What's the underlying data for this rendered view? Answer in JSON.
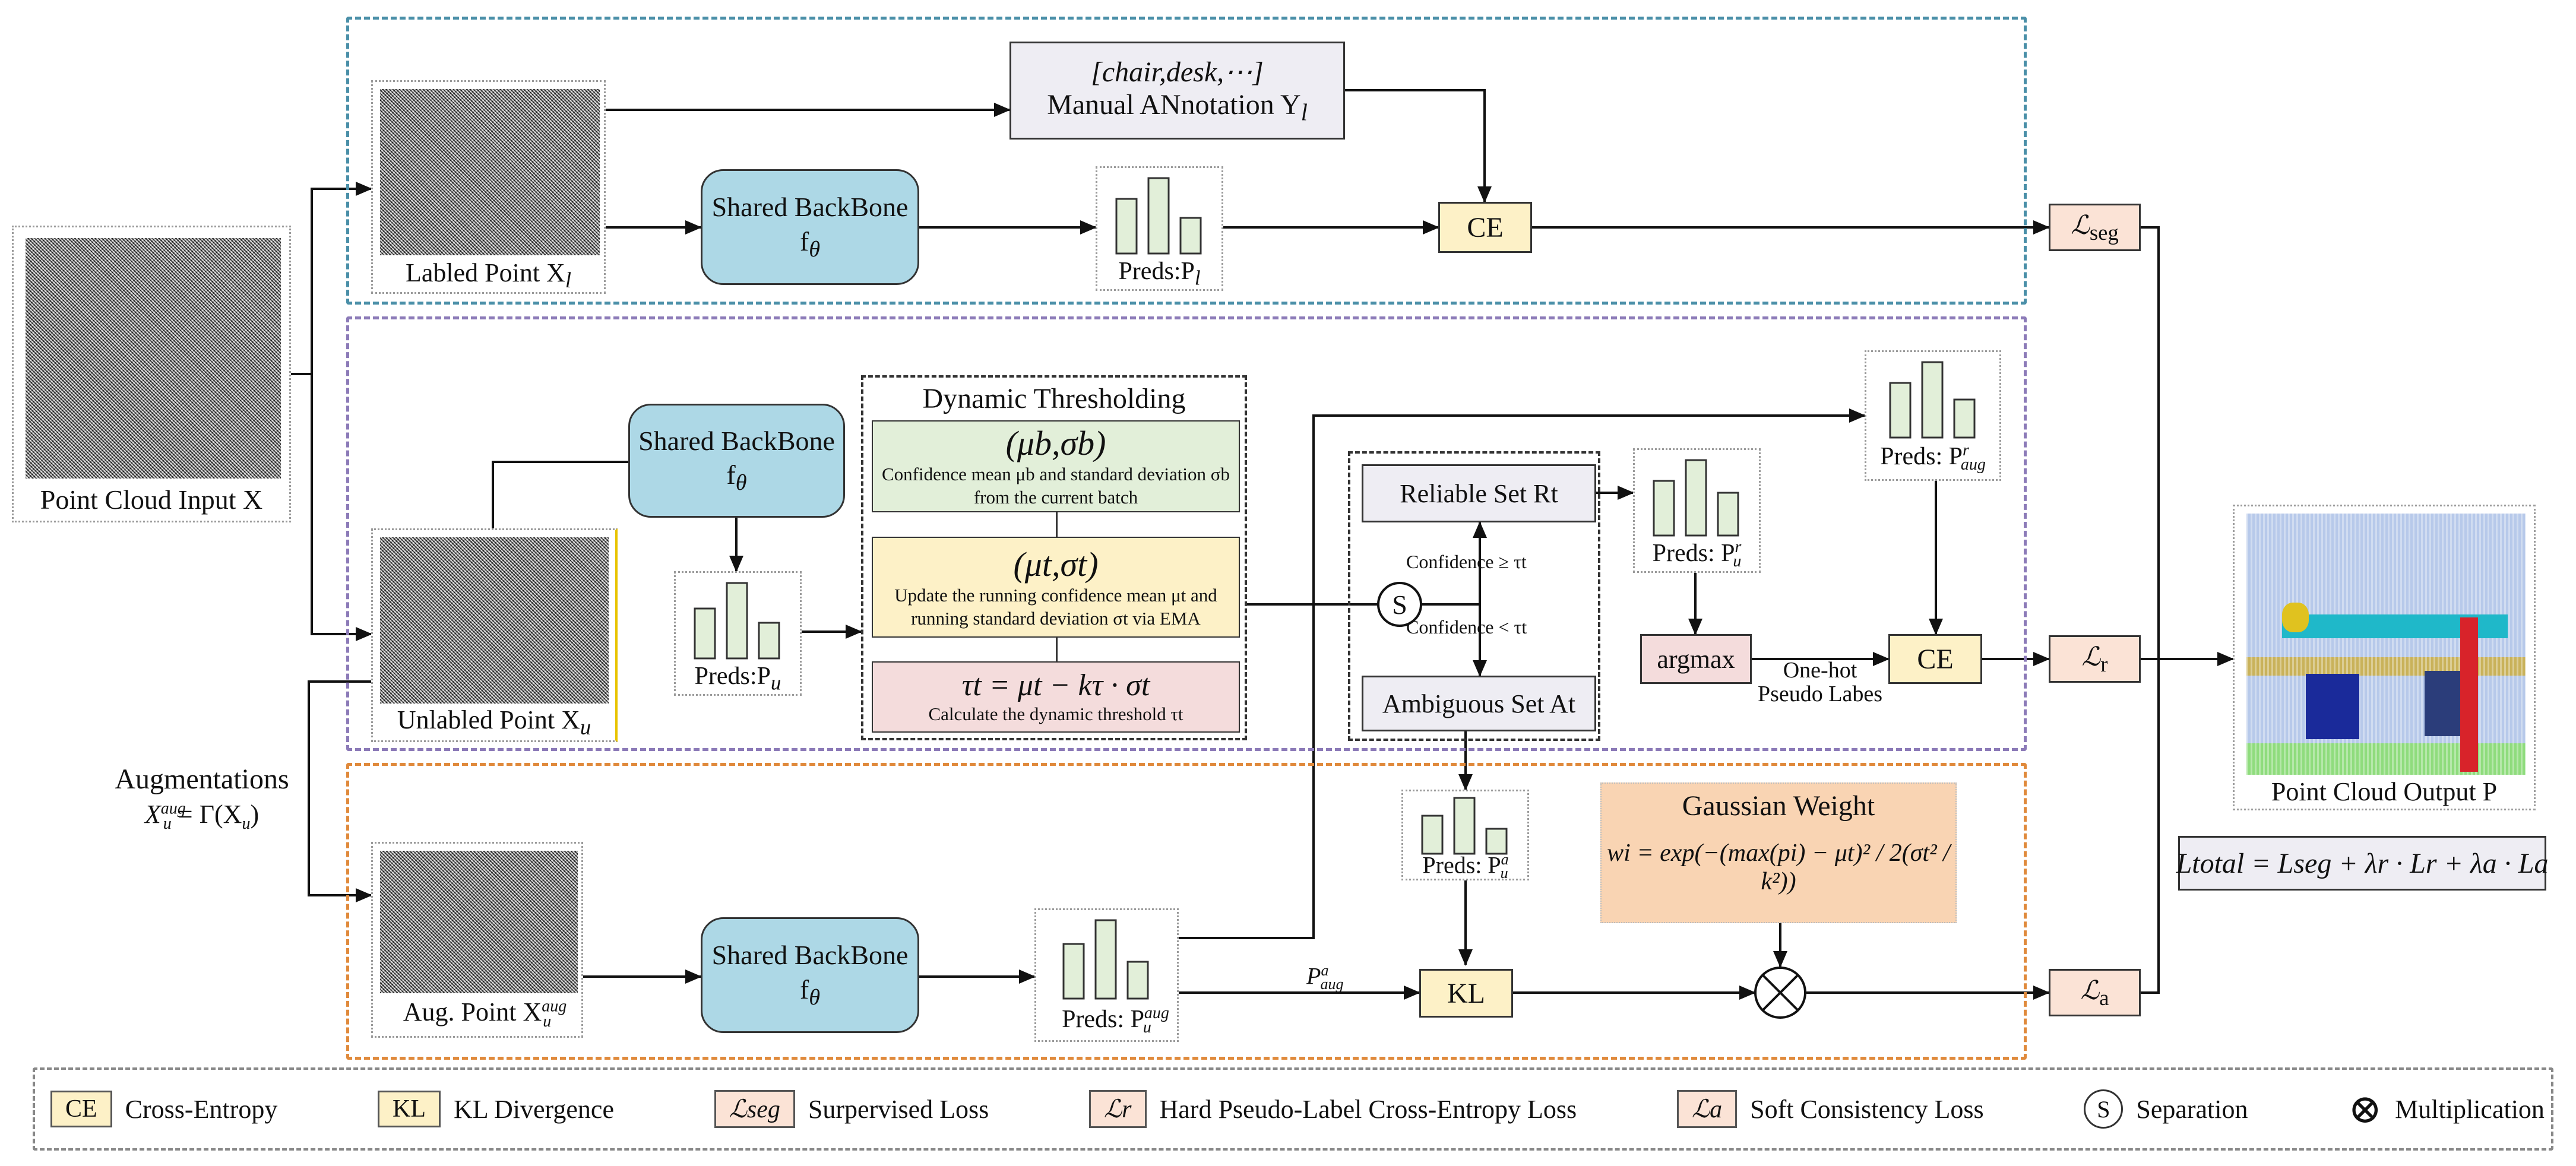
{
  "regions": {
    "colors": {
      "supervised": "#4a8fa8",
      "unlabeled": "#8c7bb8",
      "augmented": "#e08a3c",
      "legend": "#888888"
    }
  },
  "input": {
    "label": "Point Cloud Input X"
  },
  "labeled": {
    "label": "Labled Point X",
    "sub": "l",
    "annotation_classes": "[chair,desk,⋯]",
    "annotation_title": "Manual ANnotation Y",
    "annotation_sub": "l",
    "backbone": "Shared BackBone f",
    "backbone_sub": "θ",
    "preds": "Preds:P",
    "preds_sub": "l",
    "ce": "CE",
    "loss": "ℒ",
    "loss_sub": "seg"
  },
  "unlabeled": {
    "label": "Unlabled Point X",
    "sub": "u",
    "backbone": "Shared BackBone f",
    "backbone_sub": "θ",
    "preds": "Preds:P",
    "preds_sub": "u",
    "dt_title": "Dynamic Thresholding",
    "batch_formula": "(μb,σb)",
    "batch_desc": "Confidence mean μb and standard deviation σb from the current batch",
    "run_formula": "(μt,σt)",
    "run_desc": "Update the running confidence mean μt and running standard deviation σt via EMA",
    "thr_formula": "τt = μt − kτ · σt",
    "thr_desc": "Calculate the dynamic threshold τt",
    "sep_symbol": "S",
    "conf_high": "Confidence ≥ τt",
    "conf_low": "Confidence < τt",
    "reliable": "Reliable Set Rt",
    "ambiguous": "Ambiguous Set At",
    "preds_r": "Preds: P",
    "preds_r_sup": "r",
    "preds_r_sub": "u",
    "preds_aug_r": "Preds: P",
    "preds_aug_r_sup": "r",
    "preds_aug_r_sub": "aug",
    "argmax": "argmax",
    "onehot_1": "One-hot",
    "onehot_2": "Pseudo Labes",
    "ce": "CE",
    "loss": "ℒ",
    "loss_sub": "r"
  },
  "augmentations": {
    "title": "Augmentations",
    "formula": "X",
    "formula_sup": "aug",
    "formula_sub": "u",
    "formula_rest": " = Γ(X",
    "formula_rest_sub": "u",
    "formula_end": ")"
  },
  "augmented": {
    "label": "Aug. Point X",
    "sup": "aug",
    "sub": "u",
    "backbone": "Shared BackBone f",
    "backbone_sub": "θ",
    "preds": "Preds: P",
    "preds_sup": "aug",
    "preds_sub": "u",
    "preds_a": "Preds: P",
    "preds_a_sup": "a",
    "preds_a_sub": "u",
    "paug": "P",
    "paug_sup": "a",
    "paug_sub": "aug",
    "kl": "KL",
    "gaussian_title": "Gaussian Weight",
    "gaussian_formula": "wi = exp(−(max(pi) − μt)² / 2(σt² / k²))",
    "multiply_symbol": "⊗",
    "loss": "ℒ",
    "loss_sub": "a"
  },
  "output": {
    "label": "Point Cloud Output P",
    "total_loss": "Ltotal = Lseg + λr · Lr + λa · La"
  },
  "legend": [
    {
      "chip": "CE",
      "text": "Cross-Entropy",
      "color": "#fdf1c7"
    },
    {
      "chip": "KL",
      "text": "KL Divergence",
      "color": "#fdf1c7"
    },
    {
      "chip": "ℒseg",
      "text": "Surpervised Loss",
      "color": "#fbe3d6"
    },
    {
      "chip": "ℒr",
      "text": "Hard Pseudo-Label Cross-Entropy Loss",
      "color": "#fbe3d6"
    },
    {
      "chip": "ℒa",
      "text": "Soft Consistency Loss",
      "color": "#fbe3d6"
    },
    {
      "chip": "S",
      "text": "Separation",
      "color": "#ffffff"
    },
    {
      "chip": "⊗",
      "text": "Multiplication",
      "color": "#ffffff"
    }
  ]
}
